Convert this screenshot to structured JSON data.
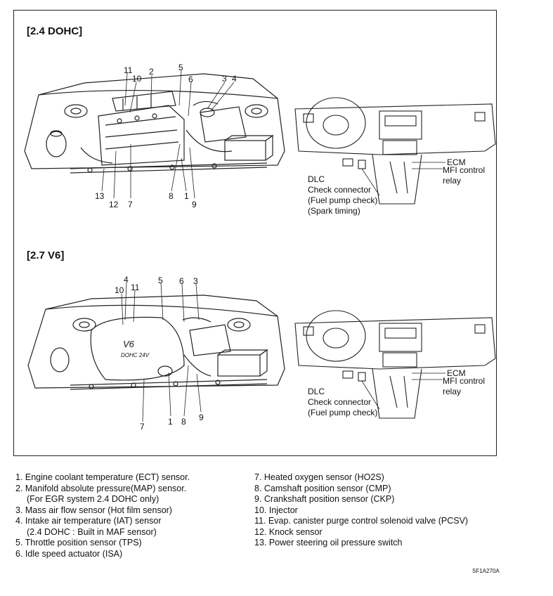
{
  "sections": [
    {
      "title": "[2.4 DOHC]",
      "callouts": [
        "11",
        "10",
        "2",
        "5",
        "6",
        "3",
        "4",
        "13",
        "12",
        "7",
        "8",
        "1",
        "9"
      ],
      "dashboard": {
        "ecm": "ECM",
        "mfi_line1": "MFI control",
        "mfi_line2": "relay",
        "dlc": "DLC",
        "check": "Check connector",
        "fuel": "(Fuel pump check)",
        "spark": "(Spark timing)"
      }
    },
    {
      "title": "[2.7 V6]",
      "callouts": [
        "4",
        "10",
        "11",
        "5",
        "6",
        "3",
        "7",
        "1",
        "8",
        "9"
      ],
      "engine_cover": "V6",
      "engine_cover_sub": "DOHC 24V",
      "dashboard": {
        "ecm": "ECM",
        "mfi_line1": "MFI control",
        "mfi_line2": "relay",
        "dlc": "DLC",
        "check": "Check connector",
        "fuel": "(Fuel pump check)"
      }
    }
  ],
  "legend": {
    "left": [
      "1. Engine coolant temperature (ECT) sensor.",
      "2. Manifold absolute pressure(MAP) sensor.",
      "(For EGR system 2.4 DOHC only)",
      "3. Mass air flow sensor (Hot film sensor)",
      "4. Intake air temperature (IAT) sensor",
      "(2.4 DOHC : Built in MAF sensor)",
      "5. Throttle position sensor (TPS)",
      "6. Idle speed actuator (ISA)"
    ],
    "right": [
      "7. Heated oxygen sensor (HO2S)",
      "8. Camshaft position sensor (CMP)",
      "9. Crankshaft position sensor (CKP)",
      "10. Injector",
      "11. Evap. canister purge control solenoid valve (PCSV)",
      "12. Knock sensor",
      "13. Power steering oil pressure switch"
    ]
  },
  "figure_code": "SF1A270A"
}
